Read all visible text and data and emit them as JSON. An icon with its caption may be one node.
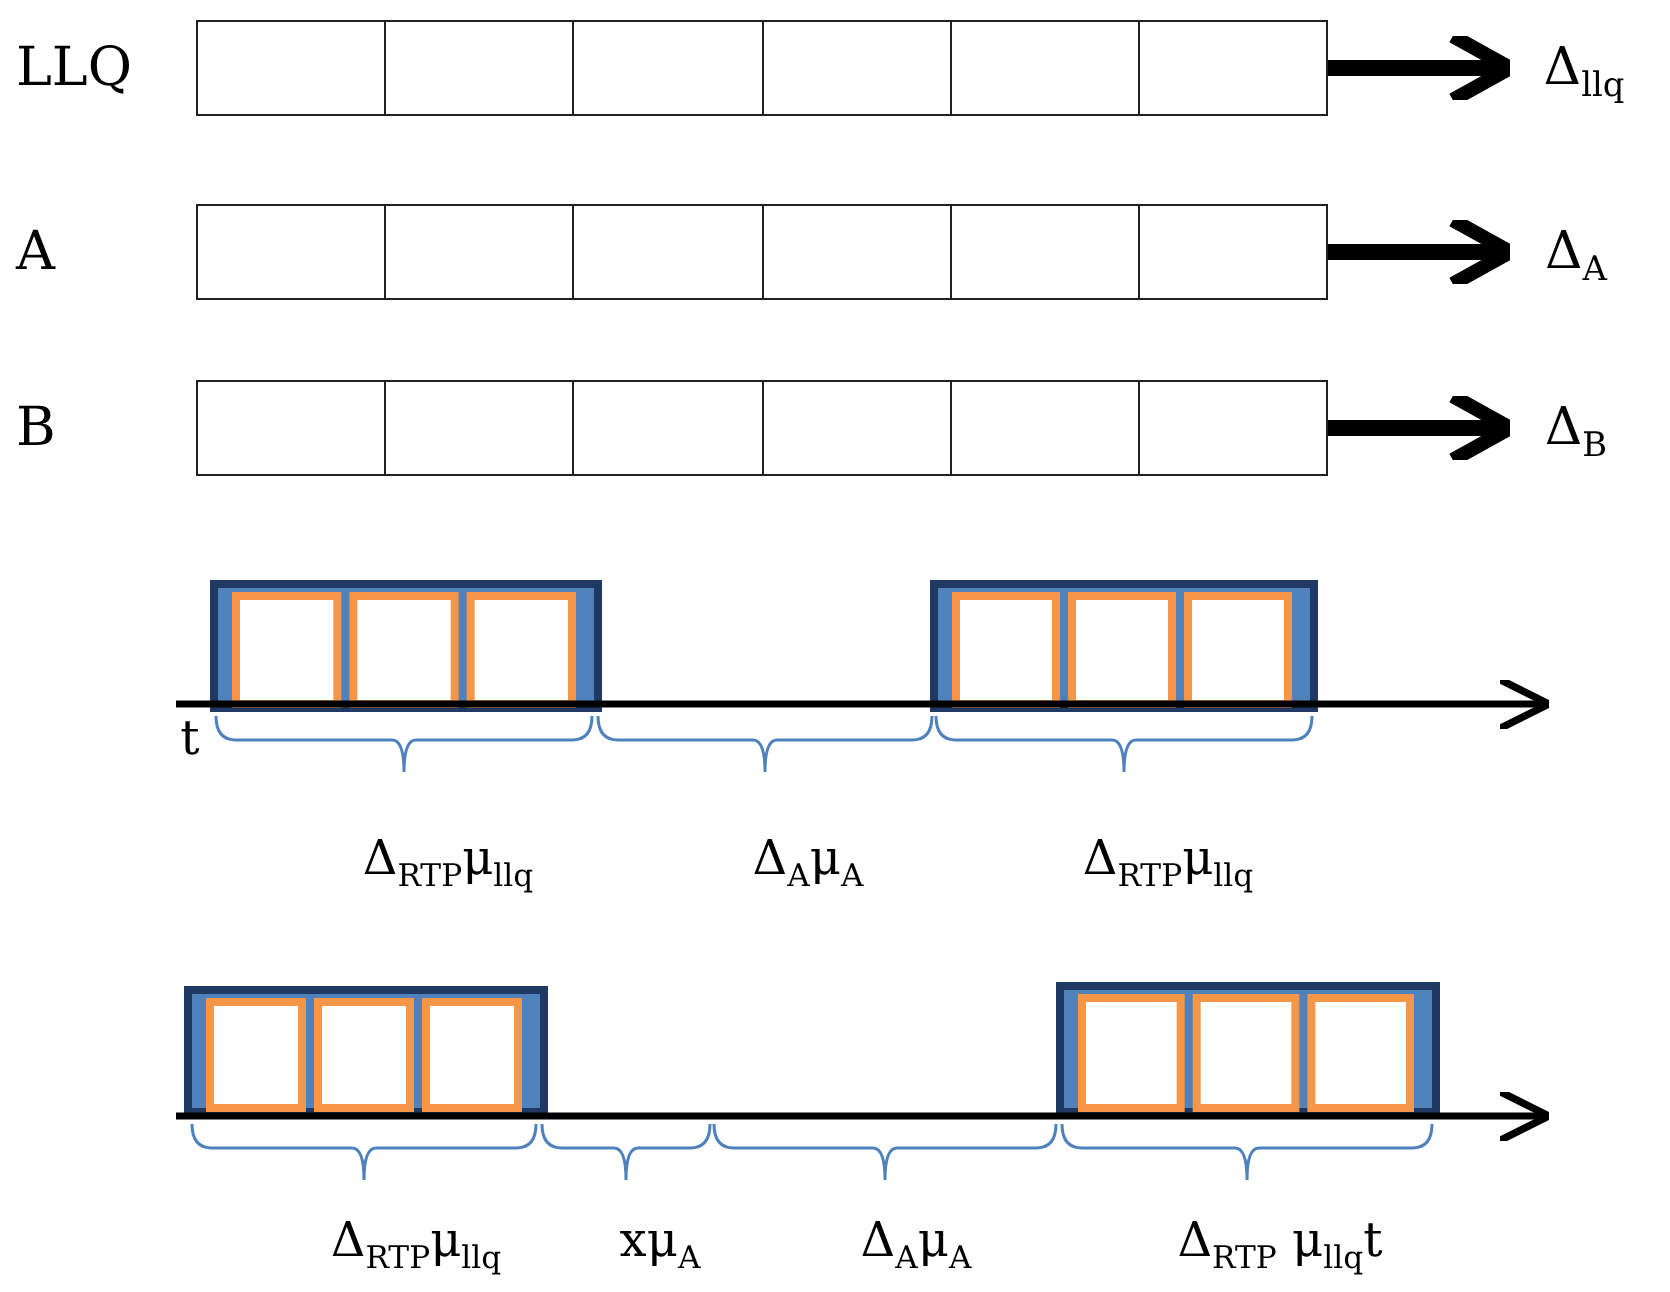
{
  "diagram": {
    "nodes": [
      {
        "text": [
          "LLQ"
        ]
      },
      {
        "text": [
          "Δ$_{llq}$"
        ]
      },
      {
        "text": [
          "A"
        ]
      },
      {
        "text": [
          "Δ$_{A}$"
        ]
      },
      {
        "text": [
          "B"
        ]
      },
      {
        "text": [
          "Δ$_{B}$"
        ]
      }
    ],
    "edges": [
      {
        "from": 0,
        "to": 1,
        "arrow": "to"
      },
      {
        "from": 2,
        "to": 3,
        "arrow": "to"
      },
      {
        "from": 4,
        "to": 5,
        "arrow": "to"
      }
    ],
    "labels": [
      "t",
      "Δ$_{RTP}$μ$_{llq}$",
      "Δ$_{A}$μ$_{A}$",
      "Δ$_{RTP}$μ$_{llq}$",
      "Δ$_{RTP}$μ$_{llq}$",
      "xμ$_{A}$",
      "Δ$_{A}$μ$_{A}$",
      "Δ$_{RTP}$ μ$_{llq}$t"
    ]
  }
}
